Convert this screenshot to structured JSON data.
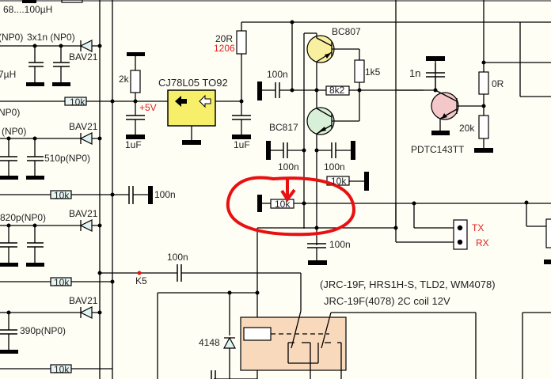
{
  "labels": {
    "inductor_top": "68....100µH",
    "cap_3x1n": "3x1n (NP0)",
    "np0_left_top": "(NP0)",
    "inductor_7uh": "7µH",
    "np0_left_2": "(NP0)",
    "np0_left_3": "(NP0)",
    "cap_510p": "510p(NP0)",
    "cap_820p": "820p(NP0)",
    "cap_390p": "390p(NP0)",
    "diode_1": "BAV21",
    "diode_2": "BAV21",
    "diode_3": "BAV21",
    "diode_4": "BAV21",
    "res_10k_1": "10k",
    "res_10k_2": "10k",
    "res_10k_3": "10k",
    "res_10k_4": "10k",
    "res_10k_5": "10k",
    "res_10k_6": "10k",
    "res_2k": "2k",
    "res_20r": "20R",
    "res_20r_pkg": "1206",
    "regulator": "CJ78L05  TO92",
    "supply_5v": "+5V",
    "cap_1uf_a": "1uF",
    "cap_1uf_b": "1uF",
    "cap_100n_a": "100n",
    "cap_100n_b": "100n",
    "cap_100n_c": "100n",
    "cap_100n_d": "100n",
    "cap_100n_e": "100n",
    "cap_100n_f": "100n",
    "q_bc807": "BC807",
    "q_bc817": "BC817",
    "res_1k5": "1k5",
    "res_8k2": "8k2",
    "cap_1n": "1n",
    "res_0r": "0R",
    "res_20k": "20k",
    "q_pdtc": "PDTC143TT",
    "jumper_tx": "TX",
    "jumper_rx": "RX",
    "testpoint_k5": "K5",
    "diode_4148": "4148",
    "relay_alternatives": "(JRC-19F, HRS1H-S, TLD2, WM4078)",
    "relay_part": "JRC-19F(4078) 2C coil 12V"
  },
  "colors": {
    "annotation": "#e81010",
    "regulator_fill": "#f7ee6a",
    "relay_fill": "#f9d9bb",
    "pnp_fill": "#f8f0a0",
    "npn_fill": "#d8f0d8",
    "pdtc_fill": "#f4c8c8"
  }
}
